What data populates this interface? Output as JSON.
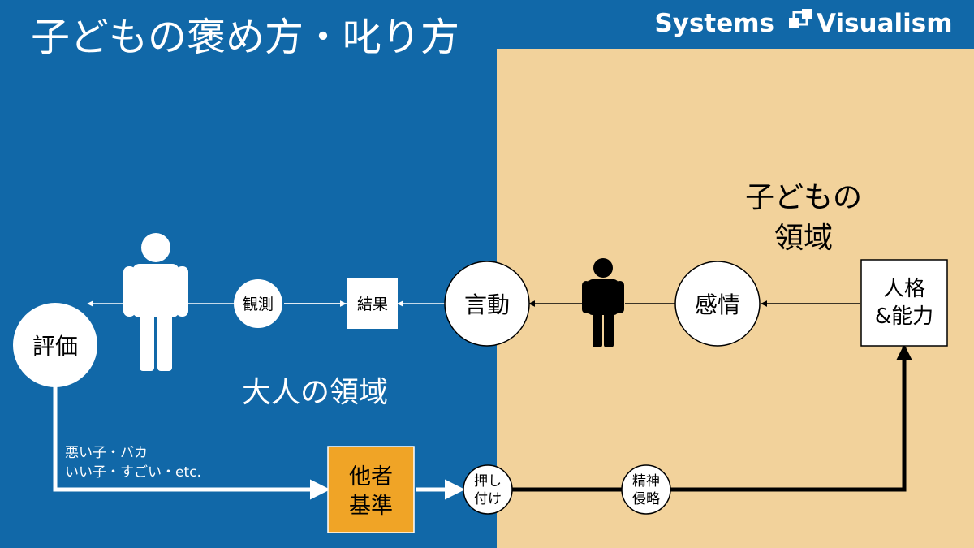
{
  "title": "子どもの褒め方・叱り方",
  "brand": {
    "name_left": "Systems",
    "name_right": "Visualism",
    "icon": "diagram-logo-icon"
  },
  "regions": {
    "adult": {
      "label": "大人の領域"
    },
    "child": {
      "label_line1": "子どもの",
      "label_line2": "領域"
    }
  },
  "nodes": {
    "evaluation": "評価",
    "observation": "観測",
    "result": "結果",
    "words_actions": "言動",
    "emotion": "感情",
    "personality_line1": "人格",
    "personality_line2": "&能力",
    "others_standard_line1": "他者",
    "others_standard_line2": "基準",
    "imposition_line1": "押し",
    "imposition_line2": "付け",
    "mental_invasion_line1": "精神",
    "mental_invasion_line2": "侵略"
  },
  "feedback_examples": {
    "line1": "悪い子・バカ",
    "line2": "いい子・すごい・etc."
  },
  "colors": {
    "adult_bg": "#1168a8",
    "child_bg": "#f2d29b",
    "others_standard_box": "#f0a426",
    "white": "#ffffff",
    "black": "#000000"
  },
  "icons": {
    "adult_figure": "adult-person-icon",
    "child_figure": "child-person-icon"
  }
}
